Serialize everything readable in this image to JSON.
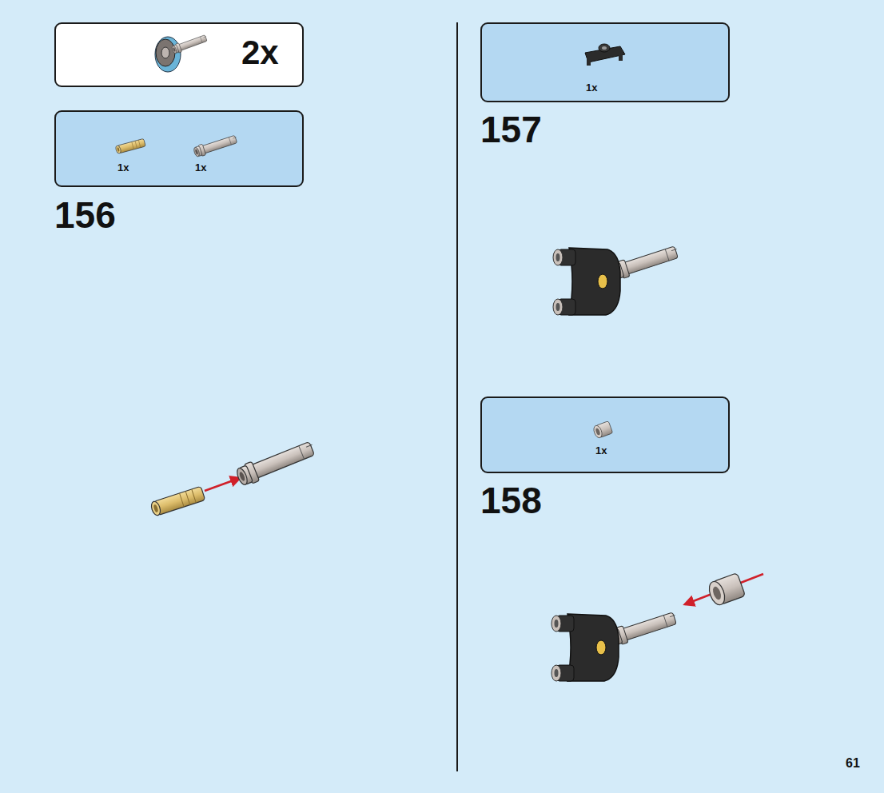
{
  "diagram": {
    "nodes": [
      {
        "text": [
          "2x"
        ]
      },
      {
        "text": [
          "1x",
          "1x"
        ]
      },
      {
        "text": [
          "1x"
        ]
      },
      {
        "text": [
          "1x"
        ]
      }
    ],
    "labels": [
      "156",
      "157",
      "158",
      "61"
    ]
  }
}
